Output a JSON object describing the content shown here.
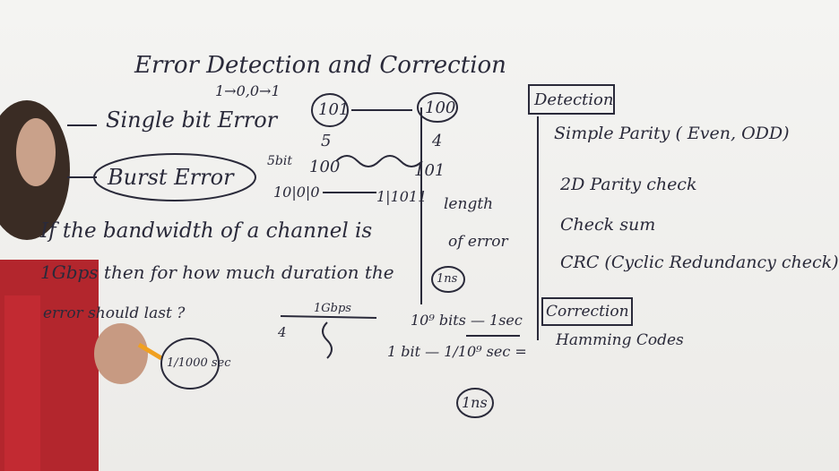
{
  "board": {
    "title": "Error Detection and Correction",
    "single_bit": "Single bit Error",
    "single_bit_example": {
      "from": "101",
      "to": "100",
      "flip_note": "1→0,0→1",
      "left_num": "5",
      "right_num": "4"
    },
    "burst": "Burst Error",
    "burst_example": {
      "tag": "5bit",
      "a": "100",
      "b": "101",
      "c": "10|0|0",
      "d": "1|1011",
      "length": "length",
      "of_error": "of error"
    },
    "question_lines": [
      "If the bandwidth of a channel is",
      "1Gbps then for how much duration the",
      "error should last ?"
    ],
    "ans_note": "1/1000 sec",
    "ns_small": "1ns",
    "calc": {
      "gbps": "1Gbps",
      "four": "4",
      "rate": "10⁹ bits — 1sec",
      "per_bit": "1 bit — 1/10⁹ sec =",
      "result": "1ns"
    },
    "detection_header": "Detection",
    "detection_items": [
      "Simple Parity ( Even, ODD)",
      "2D Parity check",
      "Check sum",
      "CRC (Cyclic Redundancy check)"
    ],
    "correction_header": "Correction",
    "correction_items": [
      "Hamming Codes"
    ]
  },
  "colors": {
    "board": "#efeeeb",
    "marker": "#2a2a3a",
    "accent": "#c0392b"
  }
}
